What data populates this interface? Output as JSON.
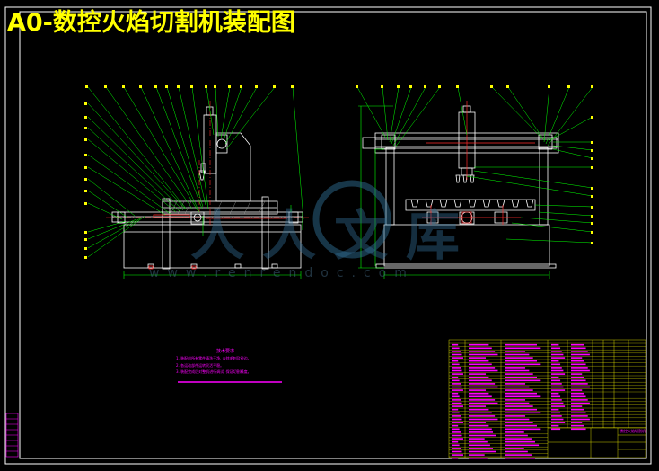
{
  "title": "A0-数控火焰切割机装配图",
  "notes": {
    "heading": "技术要求",
    "items": [
      "1. 装配前所有零件清洗干净, 去除毛刺及锐边。",
      "2. 各运动部件运转灵活平稳。",
      "3. 装配完成后对整机进行调试, 保证切割精度。"
    ]
  },
  "watermark": {
    "text_zh": "人人文库",
    "text_en": "www.renrendoc.com"
  },
  "title_block": {
    "drawing_name": "数控火焰切割机"
  },
  "colors": {
    "frame": "#ffffff",
    "title": "#ffff00",
    "leader": "#00ff00",
    "part": "#ffffff",
    "centerline": "#ff0000",
    "notes": "#ff00ff",
    "table_line": "#ffff00",
    "watermark": "#3a7aa0"
  }
}
